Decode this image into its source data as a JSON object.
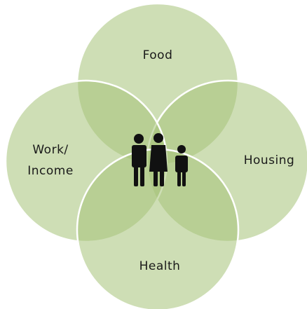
{
  "diagram": {
    "circles": [
      {
        "label": "Food",
        "color": "#a6c379"
      },
      {
        "label": "Housing",
        "color": "#a6c379"
      },
      {
        "label": "Health",
        "color": "#a6c379"
      },
      {
        "label": "Work/",
        "label2": "Income",
        "color": "#a6c379"
      }
    ],
    "center_icon": "family-icon",
    "fill_opacity": 0.55
  }
}
